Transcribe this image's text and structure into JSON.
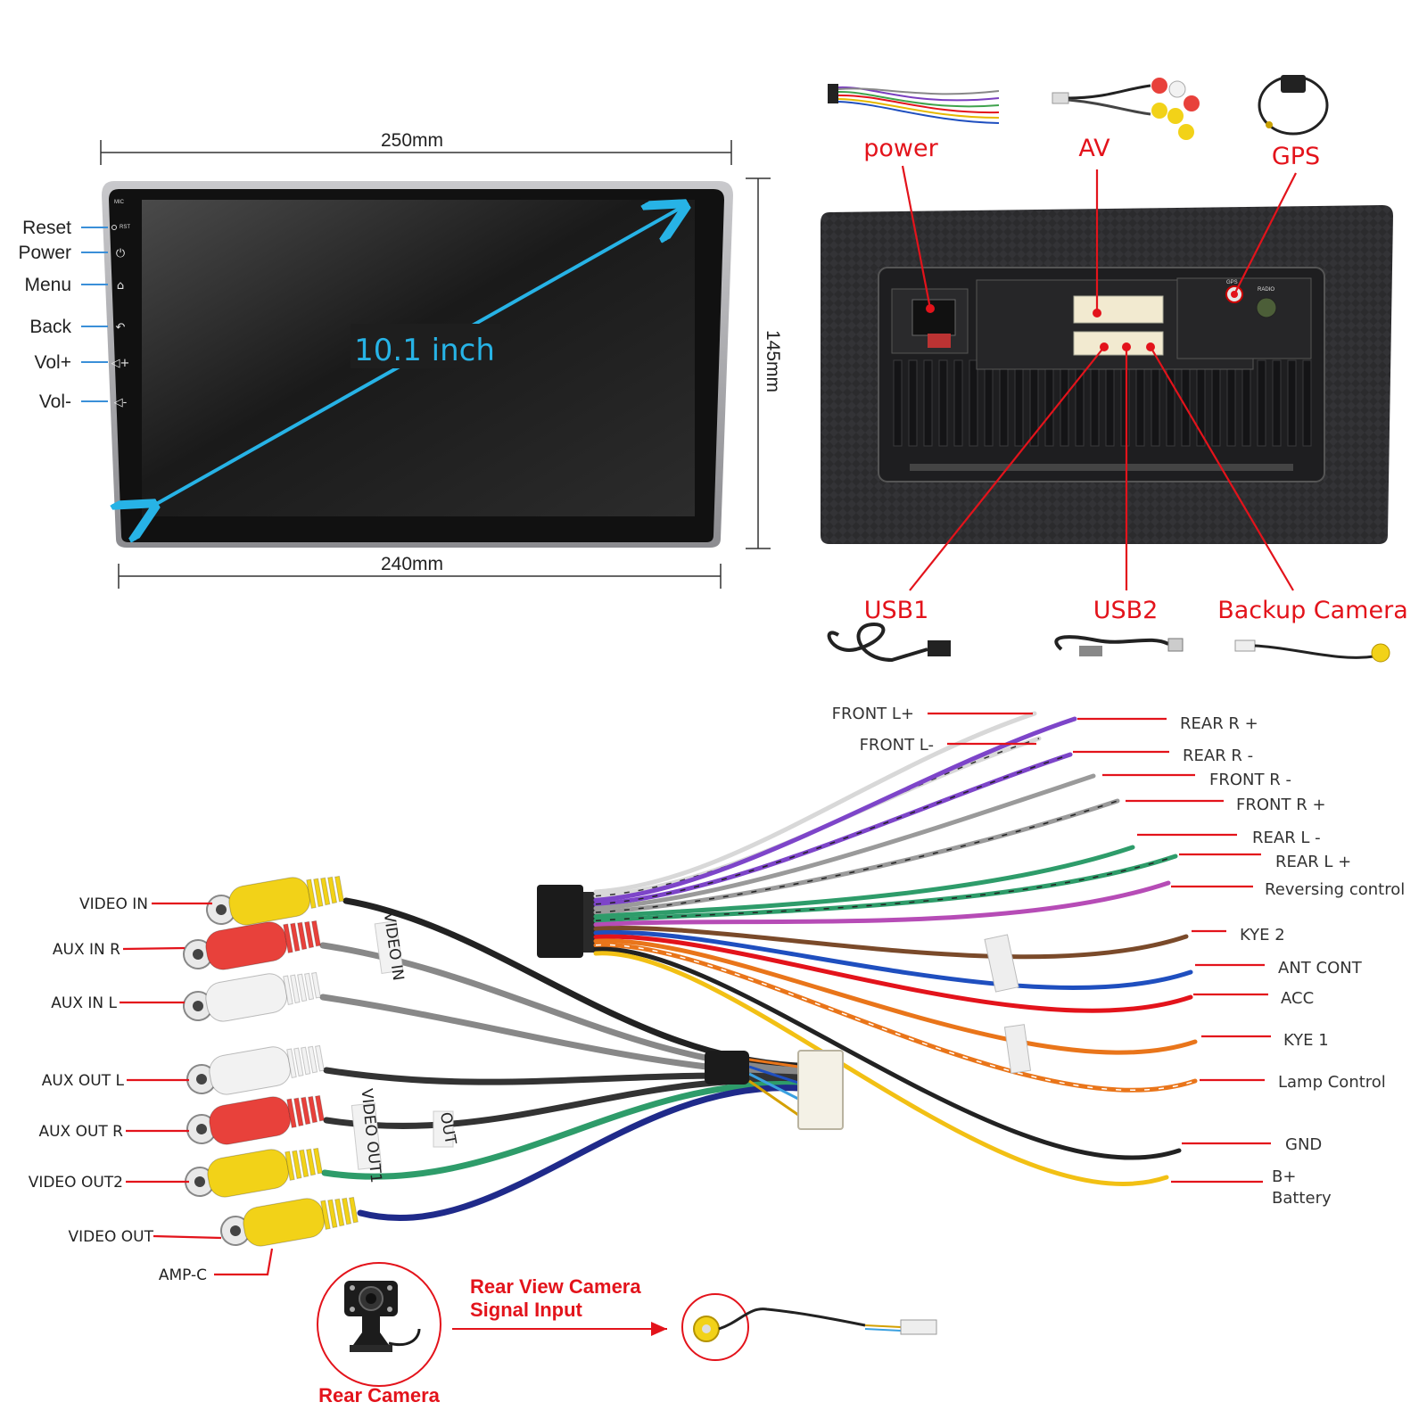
{
  "front_view": {
    "width_top": "250mm",
    "width_bottom": "240mm",
    "height": "145mm",
    "screen_size": "10.1 inch",
    "mic_text": "MIC",
    "rst_text": "RST",
    "side_buttons": [
      {
        "label": "Reset",
        "icon": "reset-dot-icon"
      },
      {
        "label": "Power",
        "icon": "power-icon"
      },
      {
        "label": "Menu",
        "icon": "home-icon"
      },
      {
        "label": "Back",
        "icon": "back-icon"
      },
      {
        "label": "Vol+",
        "icon": "volume-up-icon"
      },
      {
        "label": "Vol-",
        "icon": "volume-down-icon"
      }
    ]
  },
  "rear_view": {
    "top_ports": [
      "power",
      "AV",
      "GPS"
    ],
    "bottom_ports": [
      "USB1",
      "USB2",
      "Backup Camera"
    ],
    "radio_text": "RADIO",
    "gps_text": "GPS"
  },
  "power_harness": {
    "labels": [
      "FRONT L+",
      "FRONT L-",
      "REAR R +",
      "REAR R -",
      "FRONT R -",
      "FRONT R +",
      "REAR L -",
      "REAR L +",
      "Reversing control",
      "KYE 2",
      "ANT CONT",
      "ACC",
      "KYE 1",
      "Lamp Control",
      "GND",
      "B+",
      "Battery"
    ]
  },
  "av_harness": {
    "labels": [
      "VIDEO IN",
      "AUX IN R",
      "AUX  IN L",
      "AUX OUT L",
      "AUX OUT R",
      "VIDEO OUT2",
      "VIDEO OUT",
      "AMP-C"
    ],
    "tags": [
      "VIDEO IN",
      "VIDEO OUT1",
      "OUT"
    ]
  },
  "camera": {
    "title_line1": "Rear View Camera",
    "title_line2": "Signal Input",
    "caption": "Rear Camera"
  }
}
